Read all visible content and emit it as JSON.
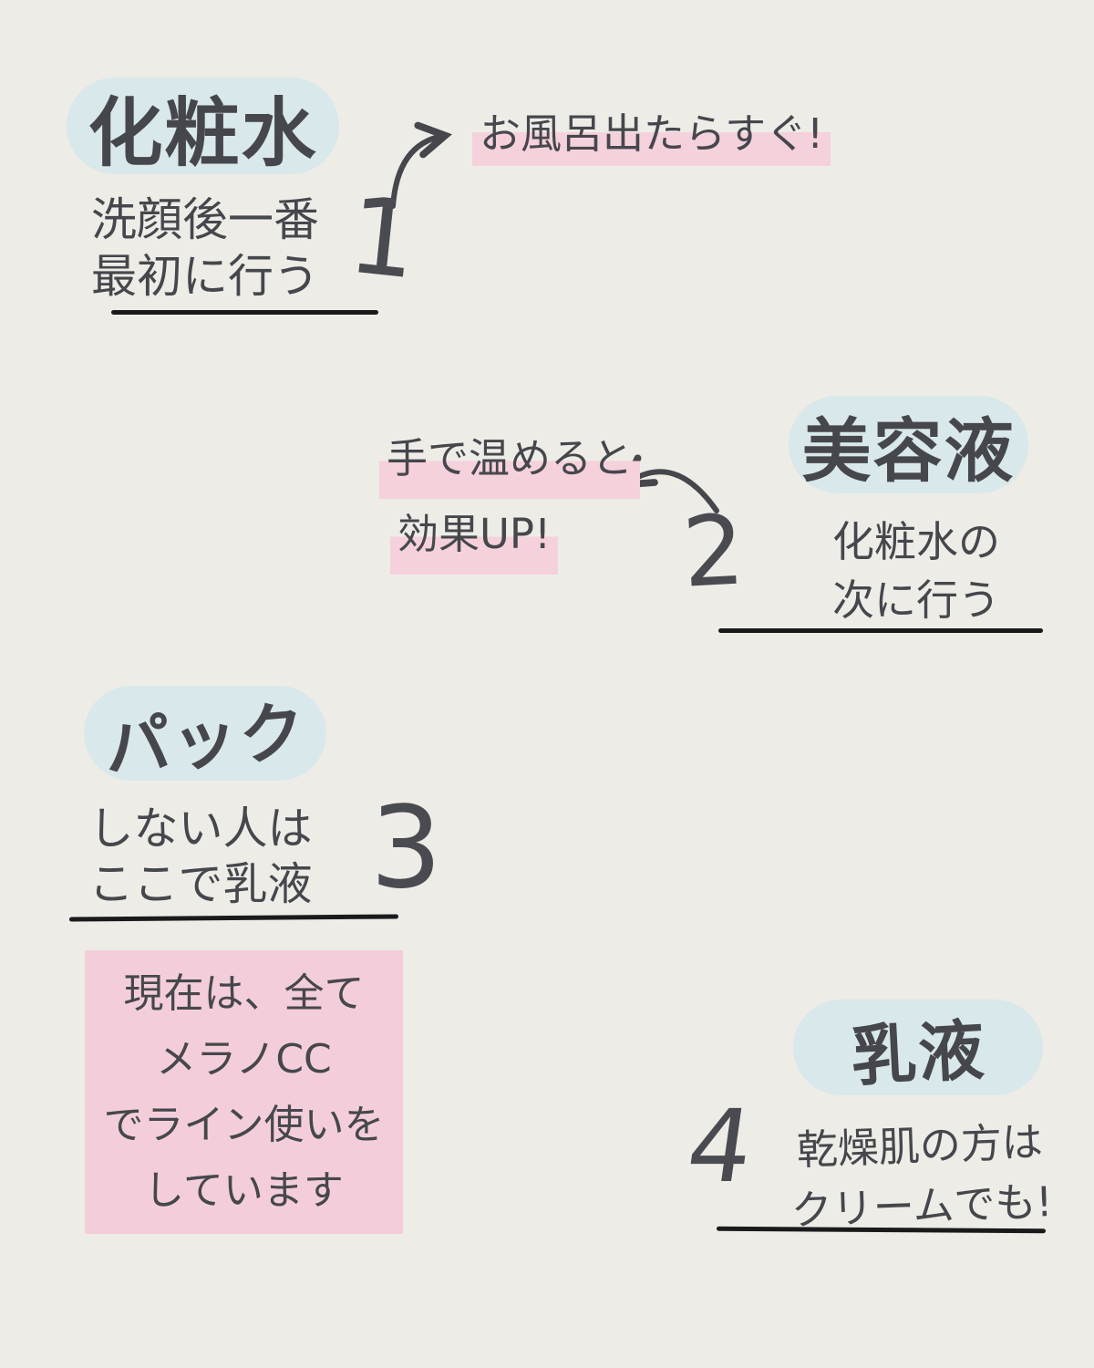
{
  "colors": {
    "background": "#EEECE7",
    "pill_blue": "#D9E8EA",
    "highlight_pink": "#F5D1DC",
    "callout_pink": "#F3CEDA",
    "ink": "#46474C",
    "underline": "#1A1A1C"
  },
  "steps": [
    {
      "number": "1",
      "title": "化粧水",
      "description": [
        "洗顔後一番",
        "最初に行う"
      ],
      "note": [
        "お風呂出たらすぐ!"
      ]
    },
    {
      "number": "2",
      "title": "美容液",
      "description": [
        "化粧水の",
        "次に行う"
      ],
      "note": [
        "手で温めると",
        "効果UP!"
      ]
    },
    {
      "number": "3",
      "title": "パック",
      "description": [
        "しない人は",
        "ここで乳液"
      ],
      "callout": [
        "現在は、全て",
        "メラノCC",
        "でライン使いを",
        "しています"
      ]
    },
    {
      "number": "4",
      "title": "乳液",
      "description": [
        "乾燥肌の方は",
        "クリームでも!"
      ]
    }
  ]
}
